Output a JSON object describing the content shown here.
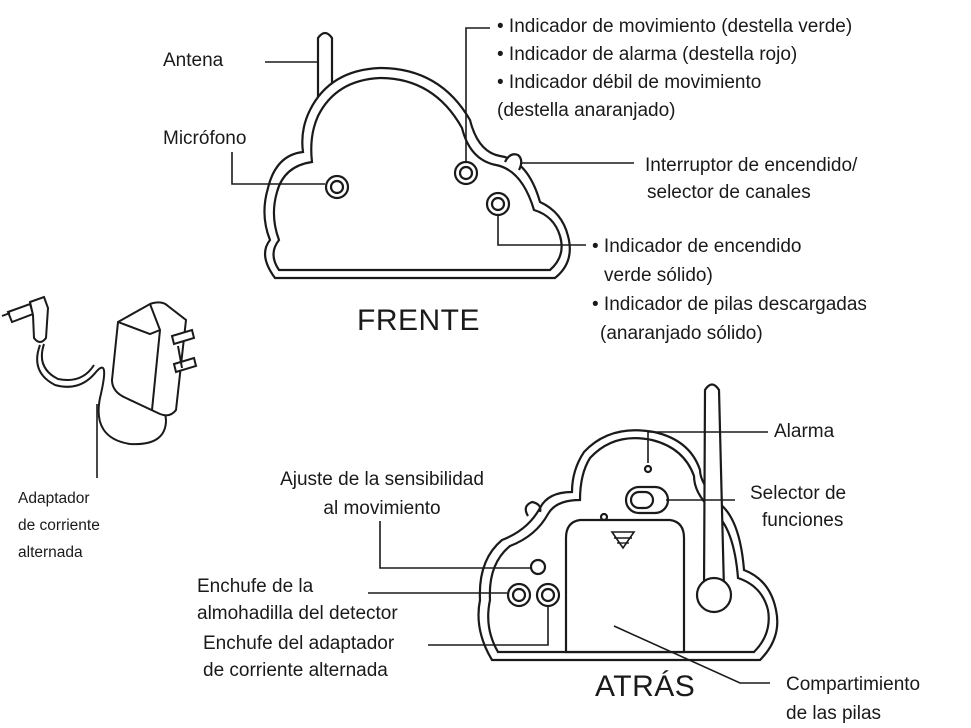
{
  "front": {
    "title": "FRENTE",
    "labels": {
      "antenna": "Antena",
      "microphone": "Micrófono",
      "indicators": [
        "• Indicador de movimiento (destella verde)",
        "• Indicador de alarma (destella rojo)",
        "• Indicador débil de movimiento",
        "(destella anaranjado)"
      ],
      "power_switch": [
        "Interruptor de encendido/",
        "selector de canales"
      ],
      "power_indicators": [
        "• Indicador de encendido",
        "verde sólido)",
        "• Indicador de pilas descargadas",
        "(anaranjado sólido)"
      ]
    }
  },
  "adapter": {
    "label": [
      "Adaptador",
      "de corriente",
      "alternada"
    ]
  },
  "back": {
    "title": "ATRÁS",
    "labels": {
      "alarm": "Alarma",
      "function_selector": [
        "Selector de",
        "funciones"
      ],
      "sensitivity": [
        "Ajuste de la sensibilidad",
        "al movimiento"
      ],
      "detector_pad_jack": [
        "Enchufe de la",
        "almohadilla del detector"
      ],
      "ac_adapter_jack": [
        "Enchufe del adaptador",
        "de corriente alternada"
      ],
      "battery_compartment": [
        "Compartimiento",
        "de las pilas"
      ]
    }
  }
}
